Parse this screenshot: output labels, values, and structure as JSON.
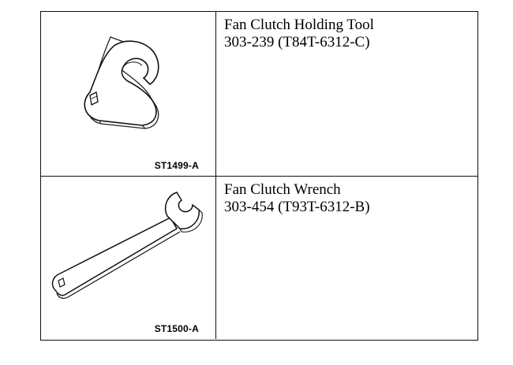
{
  "tools": [
    {
      "name": "Fan Clutch Holding Tool",
      "number": "303-239 (T84T-6312-C)",
      "illustration_code": "ST1499-A",
      "illustration_icon": "holding-tool-icon"
    },
    {
      "name": "Fan Clutch Wrench",
      "number": "303-454 (T93T-6312-B)",
      "illustration_code": "ST1500-A",
      "illustration_icon": "wrench-icon"
    }
  ]
}
